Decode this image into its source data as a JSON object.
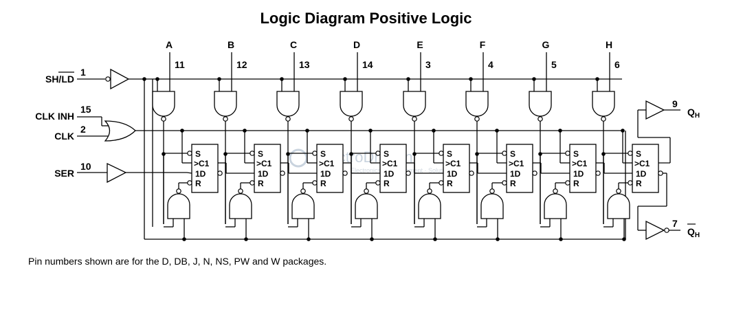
{
  "title": "Logic Diagram Positive Logic",
  "note": "Pin numbers shown are for the D, DB, J, N, NS, PW and W packages.",
  "watermark": {
    "brand": "ElectroDragon",
    "sub": "Electronics · Development · Solutions"
  },
  "inputs": [
    {
      "label_pre": "SH/",
      "label_bar": "LD",
      "pin": "1"
    },
    {
      "label": "CLK INH",
      "pin": "15"
    },
    {
      "label": "CLK",
      "pin": "2"
    },
    {
      "label": "SER",
      "pin": "10"
    }
  ],
  "parallel_inputs": [
    {
      "label": "A",
      "pin": "11"
    },
    {
      "label": "B",
      "pin": "12"
    },
    {
      "label": "C",
      "pin": "13"
    },
    {
      "label": "D",
      "pin": "14"
    },
    {
      "label": "E",
      "pin": "3"
    },
    {
      "label": "F",
      "pin": "4"
    },
    {
      "label": "G",
      "pin": "5"
    },
    {
      "label": "H",
      "pin": "6"
    }
  ],
  "flipflop_labels": {
    "s": "S",
    "c1": "C1",
    "d": "1D",
    "r": "R",
    "clk_mark": ">"
  },
  "outputs": [
    {
      "label": "Q",
      "sub": "H",
      "pin": "9",
      "inverted": false
    },
    {
      "label": "Q",
      "sub": "H",
      "pin": "7",
      "inverted": true
    }
  ]
}
